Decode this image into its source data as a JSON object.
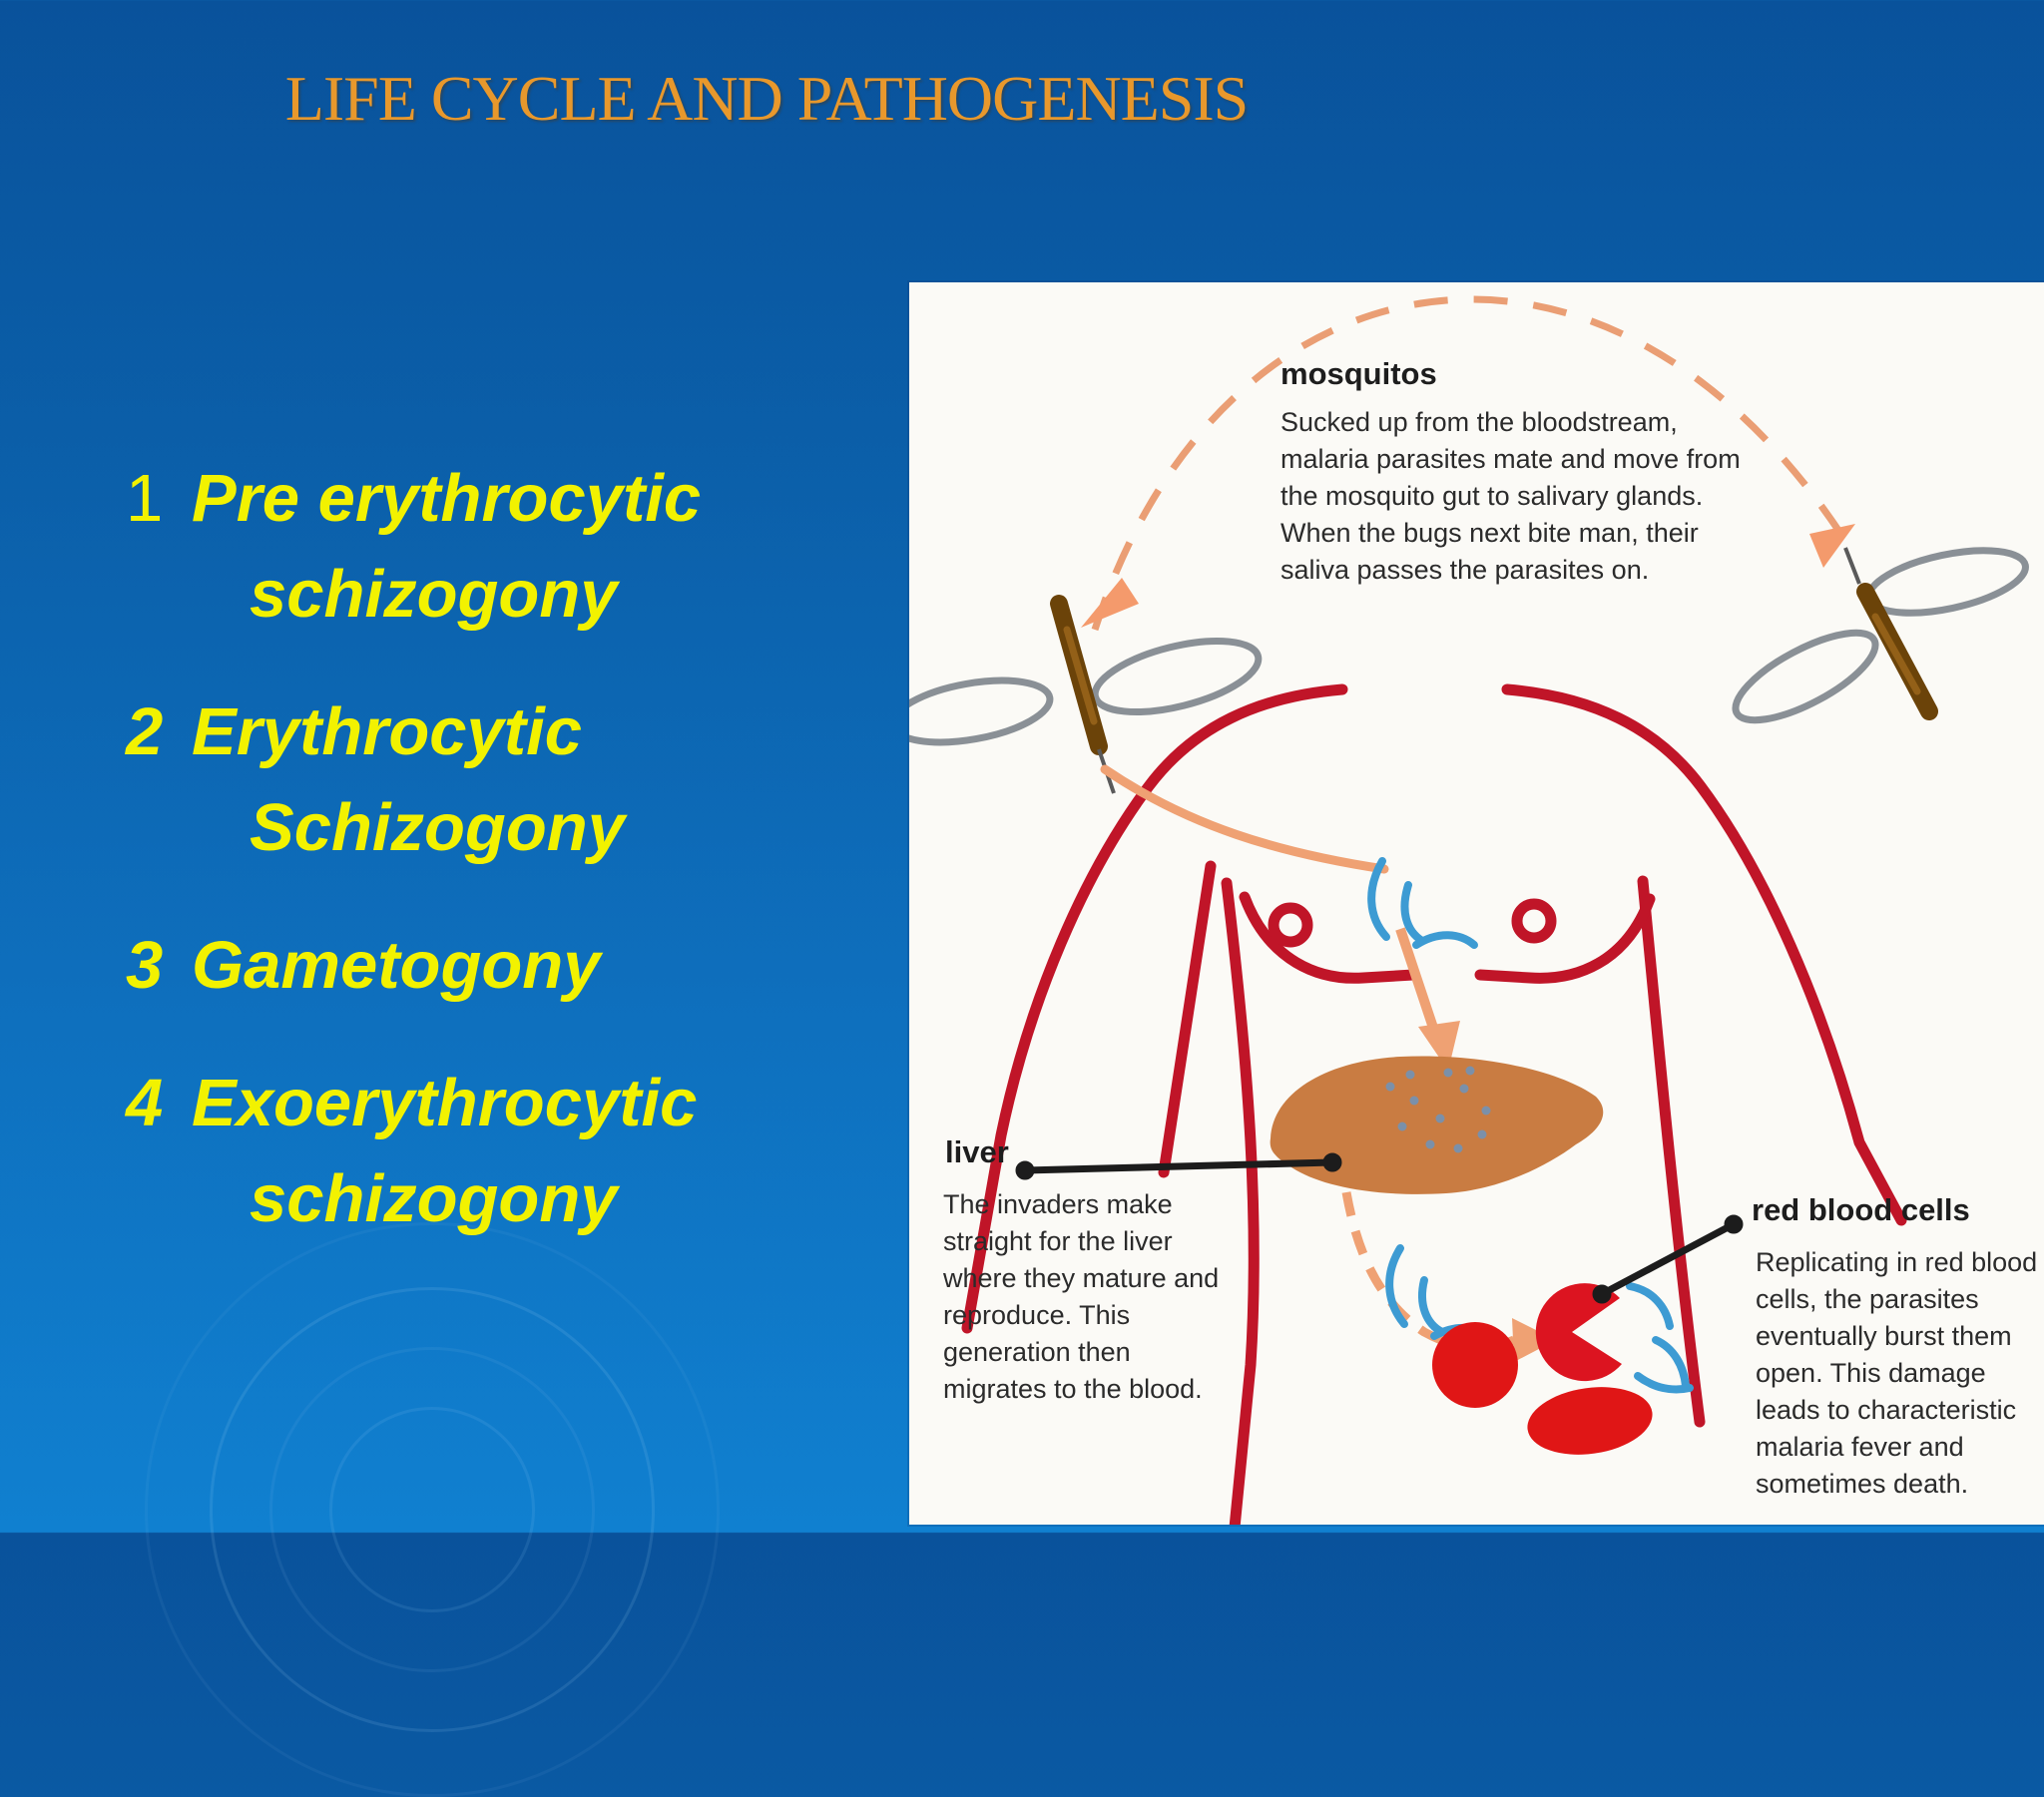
{
  "slide": {
    "title": "LIFE CYCLE AND PATHOGENESIS",
    "accent_color": "#E8982C",
    "list_color": "#F2F200",
    "background_top": "#09529B",
    "background_bottom": "#1080D0"
  },
  "list": {
    "items": [
      {
        "num": "1",
        "lines": [
          "Pre erythrocytic",
          "schizogony"
        ]
      },
      {
        "num": "2",
        "lines": [
          "Erythrocytic",
          "Schizogony"
        ]
      },
      {
        "num": "3",
        "lines": [
          "Gametogony"
        ]
      },
      {
        "num": "4",
        "lines": [
          "Exoerythrocytic",
          "schizogony"
        ]
      }
    ]
  },
  "diagram": {
    "mosquitos": {
      "label": "mosquitos",
      "description": "Sucked up from the bloodstream, malaria parasites mate and move from the mosquito gut to salivary glands. When the bugs next bite man, their saliva passes the parasites on."
    },
    "liver": {
      "label": "liver",
      "description": "The invaders make straight for the liver where they mature and reproduce. This generation then migrates to the blood."
    },
    "red_blood_cells": {
      "label": "red blood cells",
      "description": "Replicating in red blood cells, the parasites eventually burst them open. This damage leads to characteristic malaria fever and sometimes death."
    },
    "colors": {
      "torso_red": "#C01528",
      "arrow_orange": "#EFA173",
      "liver_brown": "#C97C42",
      "parasite_blue": "#3D9BD3",
      "cell_red": "#E01616",
      "mosquito_brown": "#6B4309"
    }
  }
}
